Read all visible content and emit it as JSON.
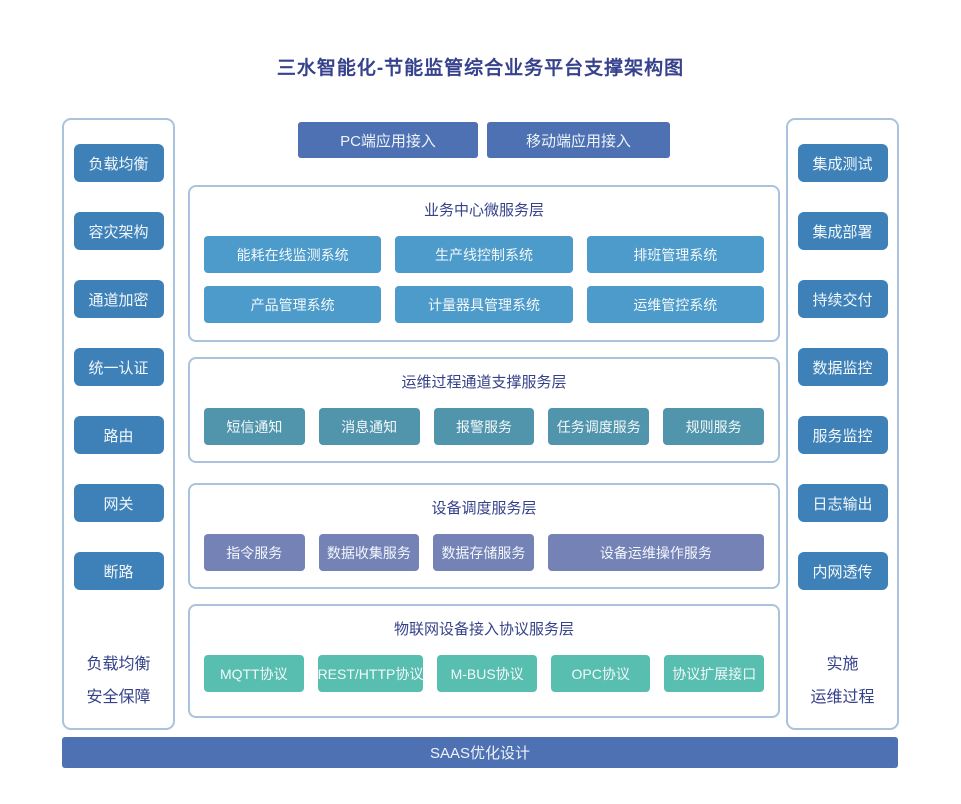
{
  "title": "三水智能化-节能监管综合业务平台支撑架构图",
  "colors": {
    "title_text": "#37428c",
    "panel_border": "#a9c3dc",
    "side_box": "#3e81b8",
    "top_button": "#4d71b2",
    "layer1_item": "#4c9bca",
    "layer2_item": "#5095ab",
    "layer3_item": "#7482b6",
    "layer4_item": "#57beb0",
    "bottom_bar": "#4d71b2"
  },
  "top_buttons": {
    "pc": "PC端应用接入",
    "mobile": "移动端应用接入"
  },
  "left_panel": {
    "items": [
      "负载均衡",
      "容灾架构",
      "通道加密",
      "统一认证",
      "路由",
      "网关",
      "断路"
    ],
    "caption": [
      "负载均衡",
      "安全保障"
    ]
  },
  "right_panel": {
    "items": [
      "集成测试",
      "集成部署",
      "持续交付",
      "数据监控",
      "服务监控",
      "日志输出",
      "内网透传"
    ],
    "caption": [
      "实施",
      "运维过程"
    ]
  },
  "layers": [
    {
      "title": "业务中心微服务层",
      "rows": [
        [
          "能耗在线监测系统",
          "生产线控制系统",
          "排班管理系统"
        ],
        [
          "产品管理系统",
          "计量器具管理系统",
          "运维管控系统"
        ]
      ]
    },
    {
      "title": "运维过程通道支撑服务层",
      "rows": [
        [
          "短信通知",
          "消息通知",
          "报警服务",
          "任务调度服务",
          "规则服务"
        ]
      ]
    },
    {
      "title": "设备调度服务层",
      "rows": [
        [
          "指令服务",
          "数据收集服务",
          "数据存储服务",
          "设备运维操作服务"
        ]
      ]
    },
    {
      "title": "物联网设备接入协议服务层",
      "rows": [
        [
          "MQTT协议",
          "REST/HTTP协议",
          "M-BUS协议",
          "OPC协议",
          "协议扩展接口"
        ]
      ]
    }
  ],
  "bottom_bar": "SAAS优化设计"
}
